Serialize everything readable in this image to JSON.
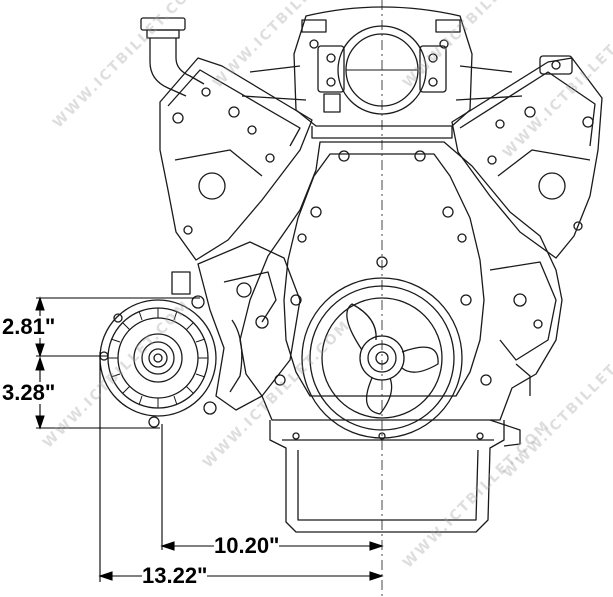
{
  "dimensions": {
    "upper_vertical": "2.81\"",
    "lower_vertical": "3.28\"",
    "short_horizontal": "10.20\"",
    "long_horizontal": "13.22\""
  },
  "watermark": "WWW.ICTBILLET.COM",
  "colors": {
    "line": "#1a1a1a",
    "background": "#ffffff",
    "watermark": "#a0a0a0"
  }
}
